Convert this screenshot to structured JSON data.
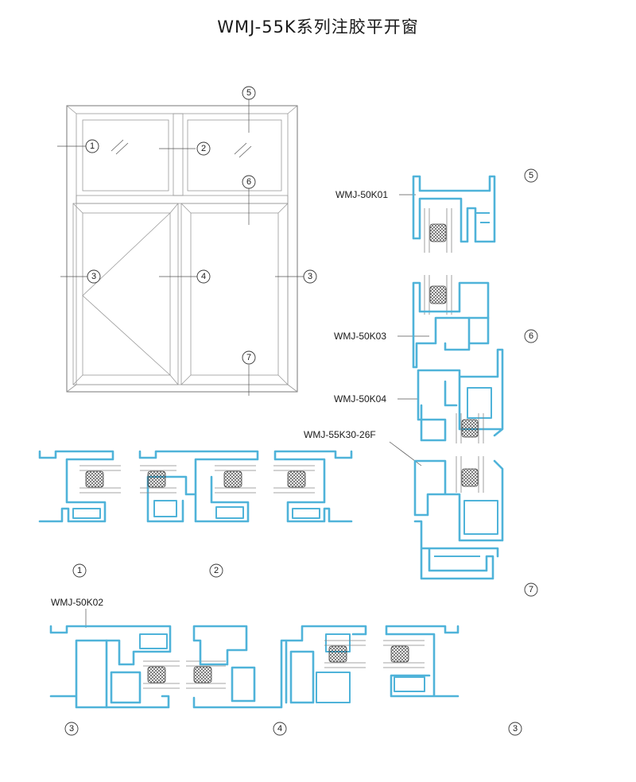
{
  "title": "WMJ-55K系列注胶平开窗",
  "callouts": {
    "c1": "1",
    "c2": "2",
    "c3": "3",
    "c4": "4",
    "c5": "5",
    "c6": "6",
    "c7": "7"
  },
  "part_labels": {
    "k01": "WMJ-50K01",
    "k03": "WMJ-50K03",
    "k04": "WMJ-50K04",
    "k30": "WMJ-55K30-26F",
    "k02": "WMJ-50K02"
  },
  "colors": {
    "profile": "#4fb3d9",
    "frame_line": "#777777",
    "text": "#1a1a1a"
  }
}
